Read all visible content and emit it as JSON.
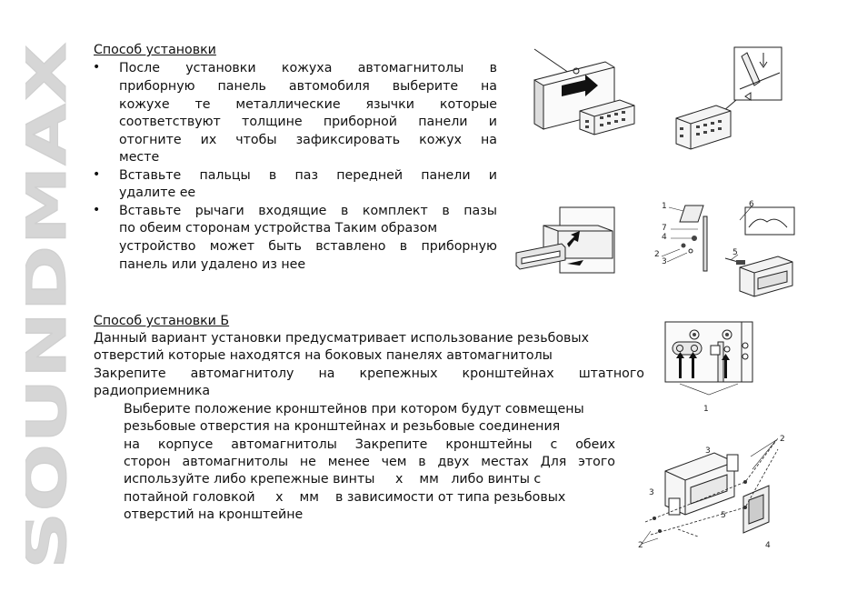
{
  "brand": {
    "text": "SOUNDMAX"
  },
  "section_a": {
    "heading": "Способ установки  ",
    "bullets": [
      {
        "lines": [
          "После установки кожуха автомагнитолы в",
          "приборную панель автомобиля выберите на",
          "кожухе те металлические язычки которые",
          "соответствуют толщине приборной панели и",
          "отогните их чтобы зафиксировать кожух на",
          "месте"
        ]
      },
      {
        "lines": [
          "Вставьте пальцы в паз передней панели и",
          "удалите ее"
        ]
      },
      {
        "lines": [
          "Вставьте рычаги входящие в комплект в пазы",
          "по обеим сторонам устройства Таким образом",
          "устройство может быть вставлено в приборную",
          "панель или удалено из нее"
        ]
      }
    ]
  },
  "section_b": {
    "heading": "Способ установки Б",
    "para1": [
      "Данный вариант установки предусматривает использование резьбовых",
      "отверстий которые находятся на боковых панелях автомагнитолы"
    ],
    "para2": [
      "Закрепите автомагнитолу на крепежных кронштейнах штатного",
      "радиоприемника"
    ],
    "para3": [
      "Выберите положение кронштейнов при котором будут совмещены",
      "резьбовые отверстия на кронштейнах и резьбовые соединения",
      "на корпусе автомагнитолы Закрепите кронштейны с обеих",
      "сторон автомагнитолы не менее чем в двух местах Для этого",
      "используйте либо крепежные винты     x    мм   либо винты с",
      "потайной головкой     x    мм    в зависимости от типа резьбовых",
      "отверстий на кронштейне"
    ]
  },
  "figures": {
    "fig3_labels": [
      "1",
      "7",
      "4",
      "6",
      "2",
      "3",
      "5"
    ],
    "fig4_label": "1",
    "fig5_labels": [
      "3",
      "2",
      "3",
      "5",
      "2",
      "4"
    ]
  }
}
